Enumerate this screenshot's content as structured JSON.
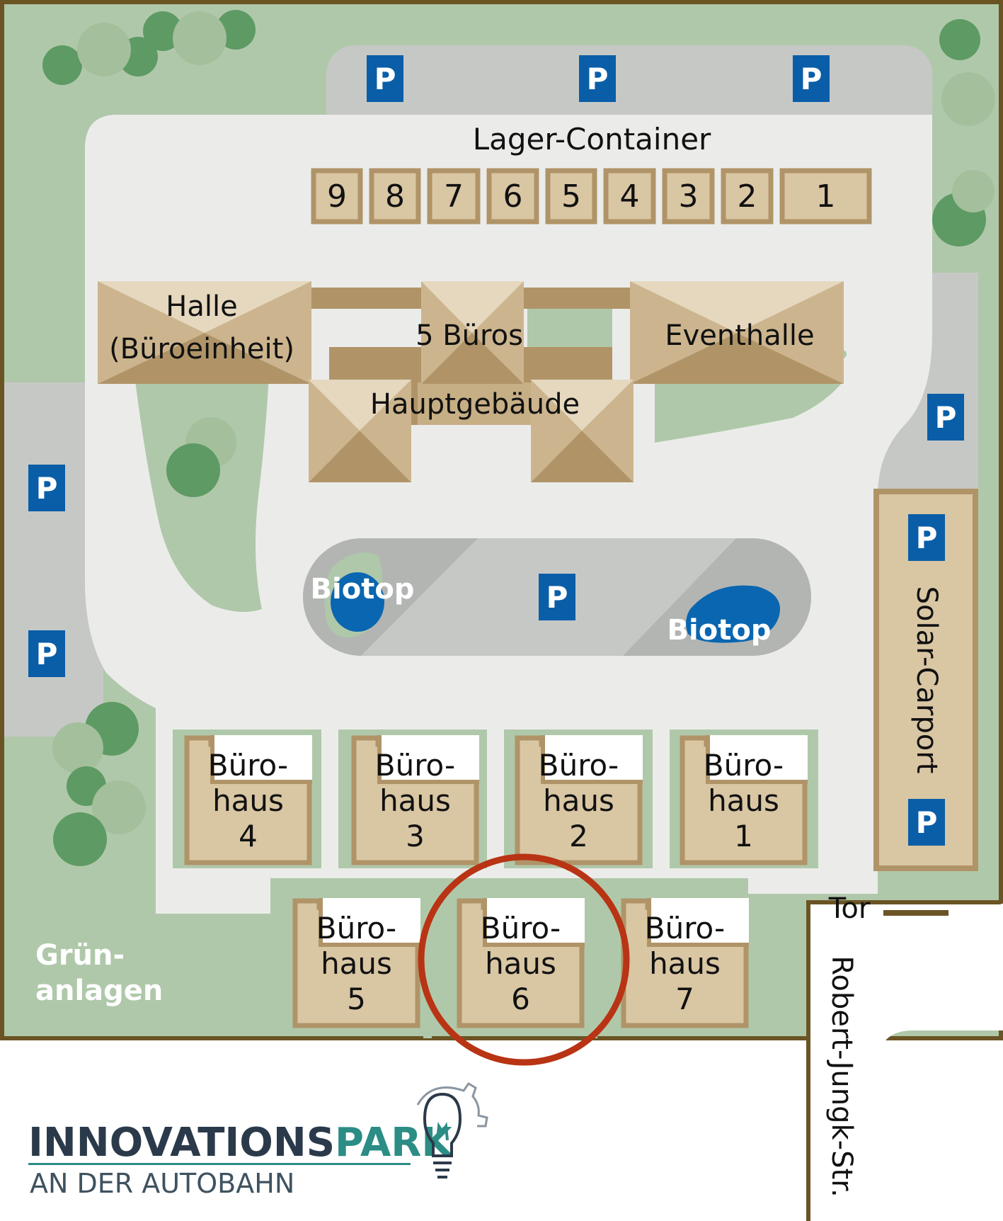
{
  "labels": {
    "lager": "Lager-Container",
    "halle_line1": "Halle",
    "halle_line2": "(Büroeinheit)",
    "bueros": "5 Büros",
    "eventhalle": "Eventhalle",
    "hauptgebaeude": "Hauptgebäude",
    "biotop_left": "Biotop",
    "biotop_right": "Biotop",
    "solar_carport": "Solar-Carport",
    "tor": "Tor",
    "street": "Robert-Jungk-Str.",
    "gruen_line1": "Grün-",
    "gruen_line2": "anlagen"
  },
  "parking_symbol": "P",
  "containers": [
    "9",
    "8",
    "7",
    "6",
    "5",
    "4",
    "3",
    "2",
    "1"
  ],
  "buerohaus": [
    {
      "line1": "Büro-",
      "line2": "haus",
      "number": "4"
    },
    {
      "line1": "Büro-",
      "line2": "haus",
      "number": "3"
    },
    {
      "line1": "Büro-",
      "line2": "haus",
      "number": "2"
    },
    {
      "line1": "Büro-",
      "line2": "haus",
      "number": "1"
    },
    {
      "line1": "Büro-",
      "line2": "haus",
      "number": "5"
    },
    {
      "line1": "Büro-",
      "line2": "haus",
      "number": "6"
    },
    {
      "line1": "Büro-",
      "line2": "haus",
      "number": "7"
    }
  ],
  "highlighted_building": "6",
  "logo": {
    "part1": "INNOVATIONS",
    "part2": "PARK",
    "subtitle": "AN DER AUTOBAHN"
  },
  "colors": {
    "grass": "#b0c8aa",
    "border": "#6b5424",
    "paved": "#ebecea",
    "parking_lot": "#c6c8c6",
    "parking_sign": "#0a5ea8",
    "building_fill": "#d9c6a3",
    "building_dark": "#b09468",
    "water": "#0a66b0",
    "tree": "#5e9a64",
    "highlight_circle": "#b83414",
    "logo_dark": "#2b3a4a",
    "logo_teal": "#2c8d85"
  },
  "icons": [
    "parking-sign-icon",
    "lightbulb-gear-icon",
    "tree-icon"
  ]
}
